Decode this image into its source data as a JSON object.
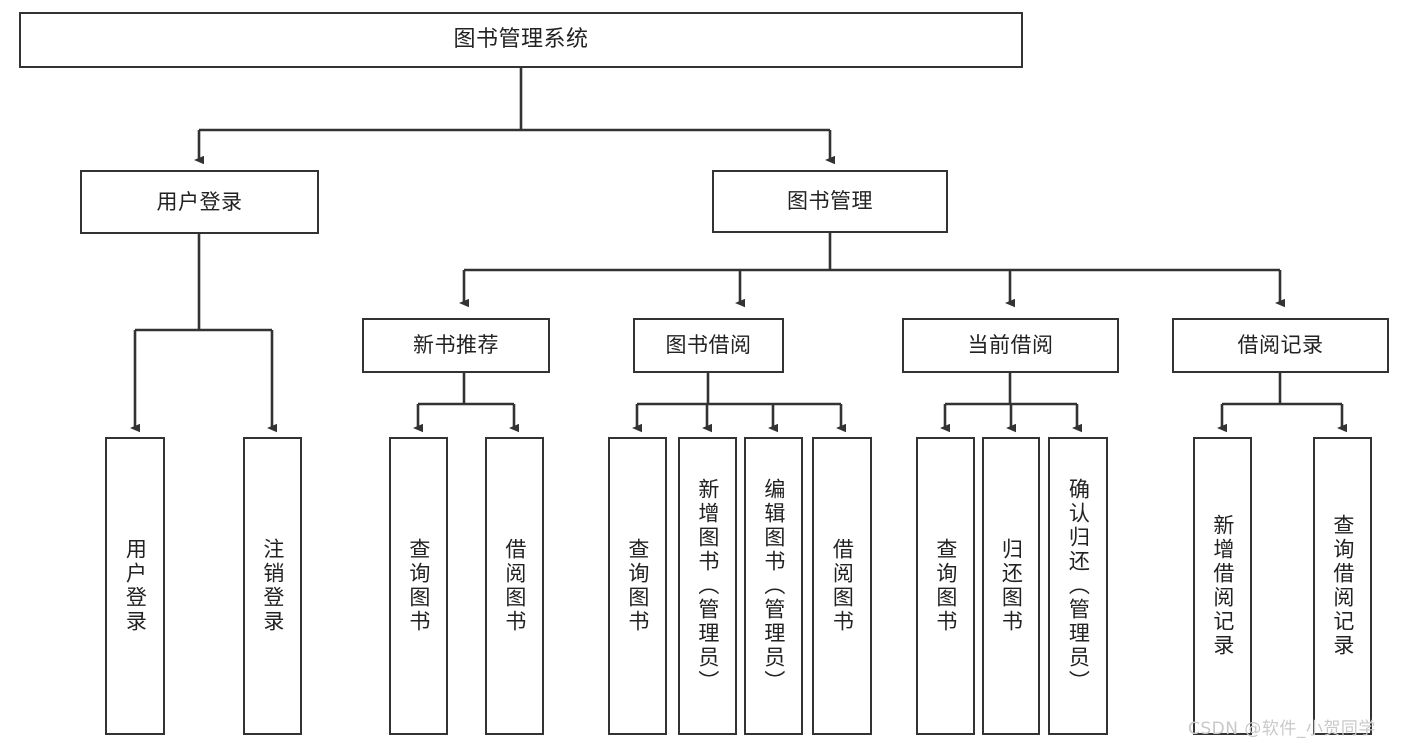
{
  "diagram": {
    "type": "hierarchy-tree",
    "title": "图书管理系统",
    "root": {
      "label": "图书管理系统"
    },
    "level1": [
      {
        "label": "用户登录"
      },
      {
        "label": "图书管理"
      }
    ],
    "level2": [
      {
        "label": "新书推荐"
      },
      {
        "label": "图书借阅"
      },
      {
        "label": "当前借阅"
      },
      {
        "label": "借阅记录"
      }
    ],
    "leaves": {
      "user_login": [
        {
          "label": "用户登录"
        },
        {
          "label": "注销登录"
        }
      ],
      "new_book_recommend": [
        {
          "label": "查询图书"
        },
        {
          "label": "借阅图书"
        }
      ],
      "book_borrow": [
        {
          "label": "查询图书"
        },
        {
          "label": "新增图书（管理员）"
        },
        {
          "label": "编辑图书（管理员）"
        },
        {
          "label": "借阅图书"
        }
      ],
      "current_borrow": [
        {
          "label": "查询图书"
        },
        {
          "label": "归还图书"
        },
        {
          "label": "确认归还（管理员）"
        }
      ],
      "borrow_record": [
        {
          "label": "新增借阅记录"
        },
        {
          "label": "查询借阅记录"
        }
      ]
    },
    "colors": {
      "stroke": "#333333",
      "fill": "#ffffff",
      "text": "#222222",
      "watermark": "#c9c9c9"
    }
  },
  "watermark": {
    "text": "CSDN @软件_小贺同学"
  }
}
